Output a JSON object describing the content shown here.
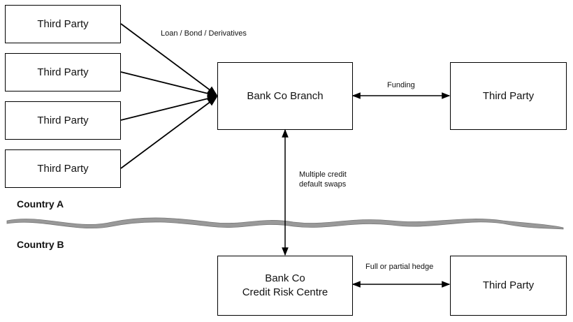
{
  "third_parties_left": [
    "Third Party",
    "Third Party",
    "Third Party",
    "Third Party"
  ],
  "third_party_top": "Third Party",
  "third_party_bottom": "Third Party",
  "branch": "Bank Co Branch",
  "credit_risk_centre": {
    "line1": "Bank Co",
    "line2": "Credit Risk Centre"
  },
  "labels": {
    "loan": "Loan / Bond / Derivatives",
    "funding": "Funding",
    "cds_line1": "Multiple credit",
    "cds_line2": "default swaps",
    "hedge": "Full or partial hedge"
  },
  "countries": {
    "a": "Country A",
    "b": "Country B"
  }
}
